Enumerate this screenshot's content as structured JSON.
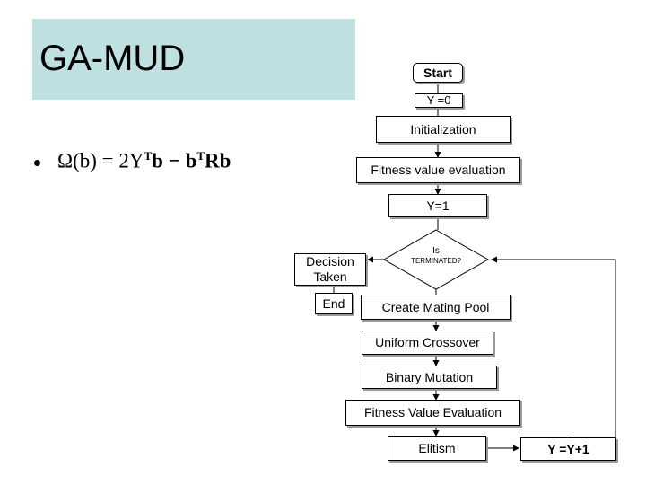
{
  "title": "GA-MUD",
  "formula": {
    "lhs": "Ω(b) = 2Y",
    "sup1": "T",
    "mid": "b − b",
    "sup2": "T",
    "rhs": "Rb"
  },
  "flowchart": {
    "start": "Start",
    "y_init": "Y =0",
    "initialization": "Initialization",
    "fitness_eval": "Fitness value evaluation",
    "y_one": "Y=1",
    "decision_line1": "Is",
    "decision_line2": "TERMINATED?",
    "decision_taken": "Decision Taken",
    "end": "End",
    "mating_pool": "Create Mating Pool",
    "crossover": "Uniform Crossover",
    "mutation": "Binary Mutation",
    "fitness_value_eval": "Fitness Value Evaluation",
    "elitism": "Elitism",
    "increment": "Y =Y+1"
  }
}
